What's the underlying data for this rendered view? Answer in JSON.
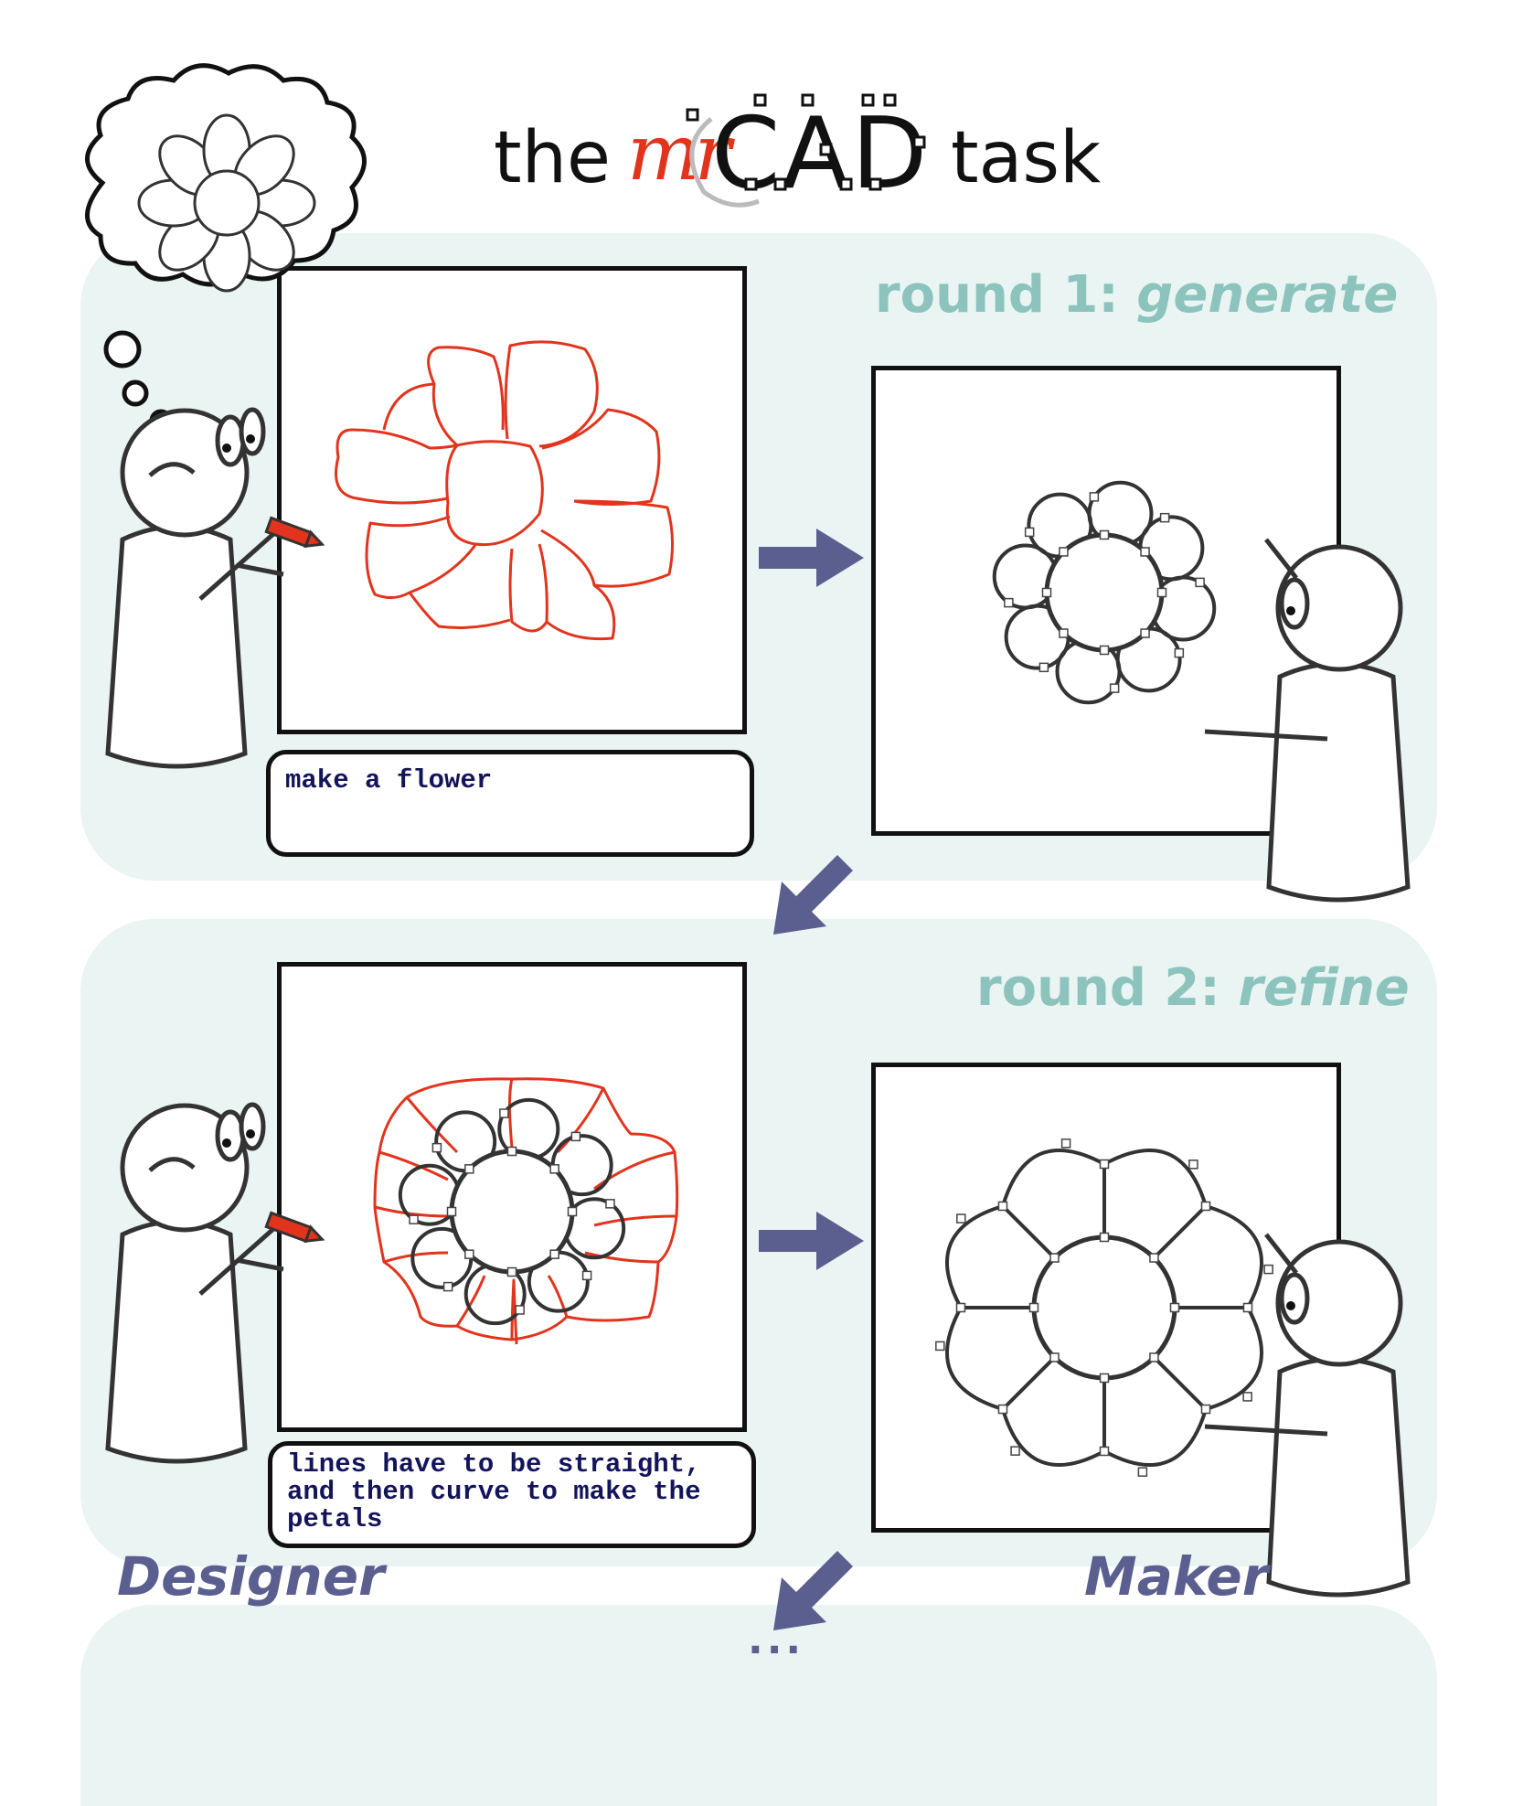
{
  "title": {
    "prefix": "the",
    "mr": "mr",
    "cad": "CAD",
    "suffix": "task"
  },
  "rounds": [
    {
      "label": "round 1: ",
      "mode": "generate",
      "message": "make a flower"
    },
    {
      "label": "round 2: ",
      "mode": "refine",
      "message": "lines have to be straight, and then curve to make the petals"
    }
  ],
  "roles": {
    "designer": "Designer",
    "maker": "Maker"
  },
  "continuation": "...",
  "colors": {
    "panel_background": "#eaf4f2",
    "round_title": "#8cc4bd",
    "designer_sketch": "#e2341d",
    "maker_drawing": "#333333",
    "arrow": "#5a5f8f",
    "role_label": "#5a5f8f",
    "message_text": "#14145a"
  },
  "icons": [
    "thought-bubble-icon",
    "flower-idea-icon",
    "designer-figure-icon",
    "maker-figure-icon",
    "red-pen-icon",
    "right-arrow-icon",
    "down-left-arrow-icon"
  ]
}
